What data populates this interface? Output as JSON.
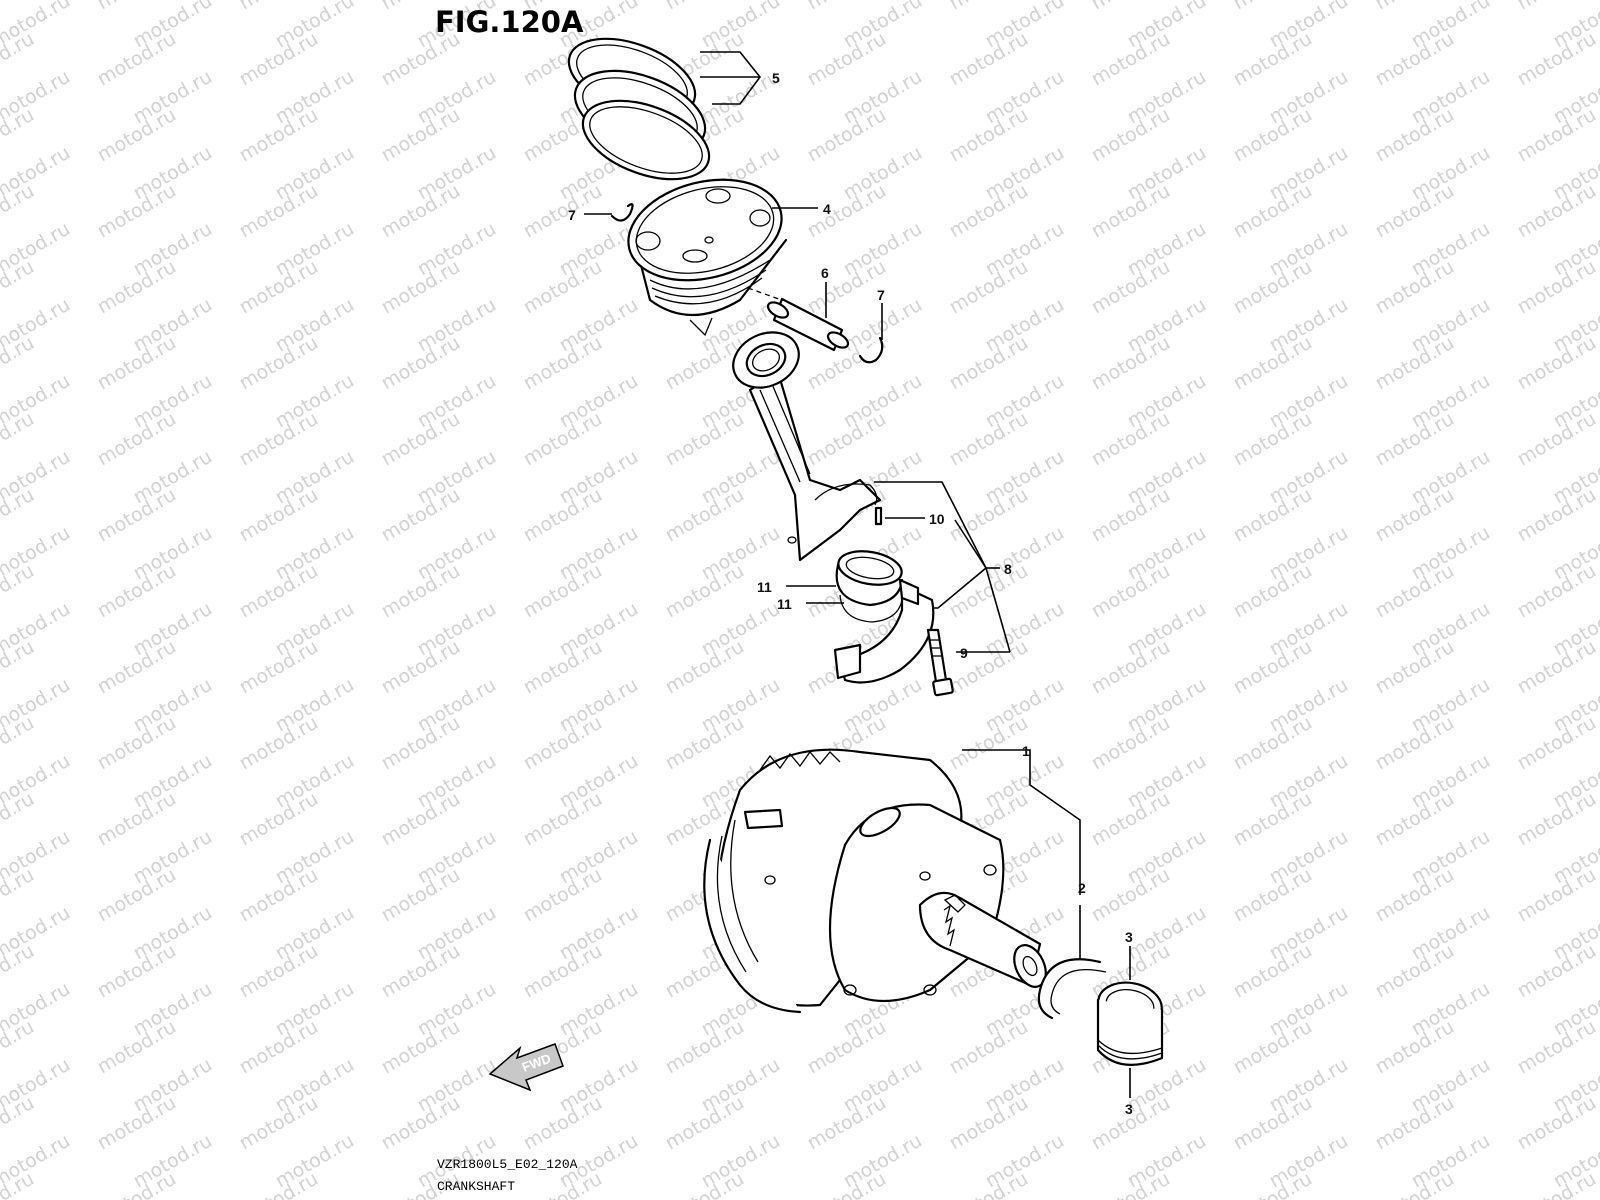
{
  "figure": {
    "title": "FIG.120A",
    "model_code": "VZR1800L5_E02_120A",
    "caption": "CRANKSHAFT",
    "fwd_label": "FWD",
    "watermark": "motod.ru"
  },
  "callouts": {
    "c1": "1",
    "c2": "2",
    "c3a": "3",
    "c3b": "3",
    "c4": "4",
    "c5": "5",
    "c6": "6",
    "c7a": "7",
    "c7b": "7",
    "c8": "8",
    "c9": "9",
    "c10": "10",
    "c11a": "11",
    "c11b": "11"
  }
}
